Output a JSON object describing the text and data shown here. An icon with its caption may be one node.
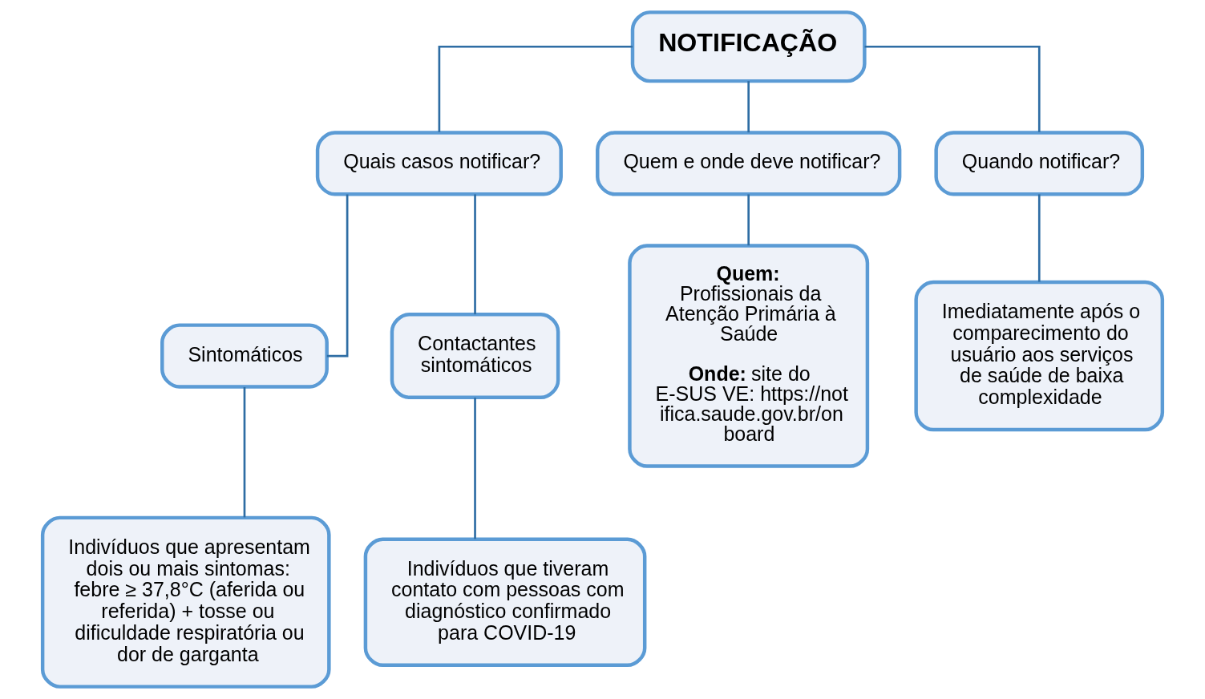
{
  "diagram": {
    "nodes": [
      {
        "text": [
          "NOTIFICAÇÃO"
        ]
      },
      {
        "text": [
          "Quais casos notificar?"
        ]
      },
      {
        "text": [
          "Quem e onde deve notificar?"
        ]
      },
      {
        "text": [
          "Quando notificar?"
        ]
      },
      {
        "text": [
          "Sintomáticos"
        ]
      },
      {
        "text": [
          "Contactantes sintomáticos"
        ]
      },
      {
        "text": [
          "Indivíduos que apresentam dois ou mais sintomas: febre ≥ 37,8°C (aferida ou referida) + tosse ou dificuldade respiratória ou dor de garganta"
        ]
      },
      {
        "text": [
          "Indivíduos que tiveram contato com pessoas com diagnóstico confirmado para COVID-19"
        ]
      },
      {
        "text": [
          "**Quem:** Profissionais da Atenção Primária à Saúde",
          "**Onde:** site do E-SUS VE: https://notifica.saude.gov.br/onboard"
        ]
      },
      {
        "text": [
          "Imediatamente após o comparecimento do usuário aos serviços de saúde de baixa complexidade"
        ]
      }
    ],
    "edges": [
      {
        "from": 0,
        "to": 1,
        "arrow": "none"
      },
      {
        "from": 0,
        "to": 2,
        "arrow": "none"
      },
      {
        "from": 0,
        "to": 3,
        "arrow": "none"
      },
      {
        "from": 1,
        "to": 4,
        "arrow": "none"
      },
      {
        "from": 1,
        "to": 5,
        "arrow": "none"
      },
      {
        "from": 4,
        "to": 6,
        "arrow": "none"
      },
      {
        "from": 5,
        "to": 7,
        "arrow": "none"
      },
      {
        "from": 2,
        "to": 8,
        "arrow": "none"
      },
      {
        "from": 3,
        "to": 9,
        "arrow": "none"
      }
    ]
  }
}
